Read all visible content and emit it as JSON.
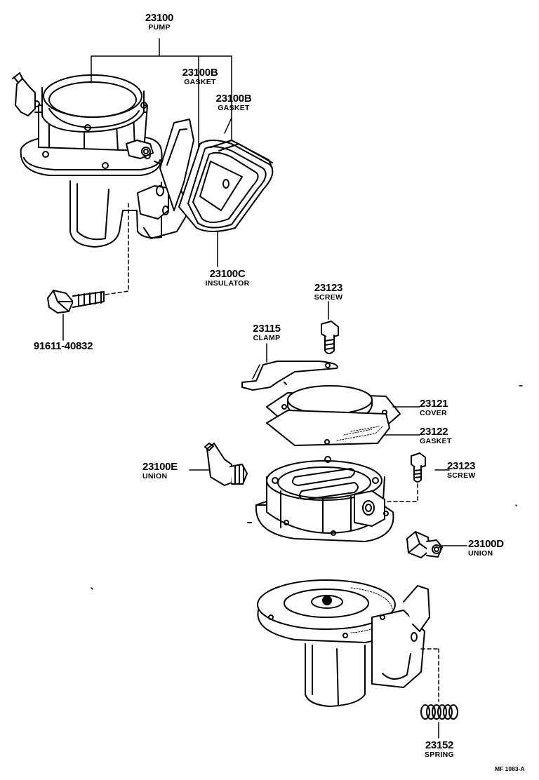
{
  "parts": [
    {
      "id": "pump",
      "number": "23100",
      "name": "PUMP"
    },
    {
      "id": "gasket_b1",
      "number": "23100B",
      "name": "GASKET"
    },
    {
      "id": "gasket_b2",
      "number": "23100B",
      "name": "GASKET"
    },
    {
      "id": "insulator",
      "number": "23100C",
      "name": "INSULATOR"
    },
    {
      "id": "bolt",
      "number": "91611-40832",
      "name": ""
    },
    {
      "id": "screw_top",
      "number": "23123",
      "name": "SCREW"
    },
    {
      "id": "clamp",
      "number": "23115",
      "name": "CLAMP"
    },
    {
      "id": "cover",
      "number": "23121",
      "name": "COVER"
    },
    {
      "id": "gasket",
      "number": "23122",
      "name": "GASKET"
    },
    {
      "id": "union_e",
      "number": "23100E",
      "name": "UNION"
    },
    {
      "id": "screw_r",
      "number": "23123",
      "name": "SCREW"
    },
    {
      "id": "union_d",
      "number": "23100D",
      "name": "UNION"
    },
    {
      "id": "spring",
      "number": "23152",
      "name": "SPRING"
    }
  ],
  "figure_ref": "MF 1083-A"
}
